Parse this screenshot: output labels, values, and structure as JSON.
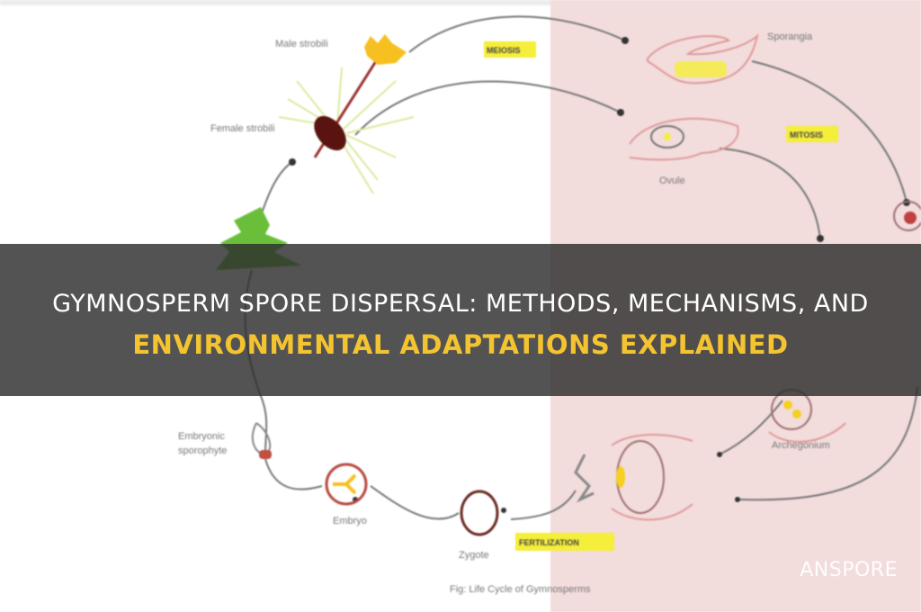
{
  "title": {
    "line1": "GYMNOSPERM SPORE DISPERSAL: METHODS, MECHANISMS, AND",
    "line2": "ENVIRONMENTAL ADAPTATIONS EXPLAINED"
  },
  "brand": "ANSPORE",
  "diagram": {
    "labels": {
      "male_strobili": "Male strobili",
      "female_strobili": "Female strobili",
      "meiosis": "MEIOSIS",
      "sporangia": "Sporangia",
      "ovule": "Ovule",
      "mitosis": "MITOSIS",
      "embryonic_sporophyte_1": "Embryonic",
      "embryonic_sporophyte_2": "sporophyte",
      "embryo": "Embryo",
      "zygote": "Zygote",
      "fertilization": "FERTILIZATION",
      "archegonium": "Archegonium",
      "caption": "Fig: Life Cycle of Gymnosperms"
    },
    "colors": {
      "pink_panel": "#f2dcdc",
      "highlight": "#f5ee3a",
      "tree": "#6abf3a",
      "strobilus_male": "#f5c020",
      "strobilus_female": "#5a1410",
      "title_accent": "#f4c430"
    }
  }
}
